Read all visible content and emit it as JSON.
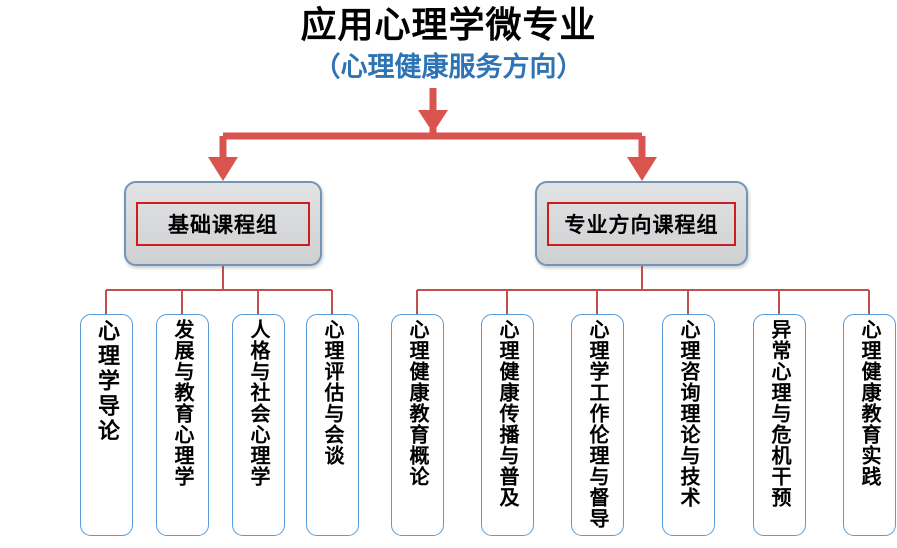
{
  "title": {
    "main": "应用心理学微专业",
    "sub": "（心理健康服务方向）"
  },
  "colors": {
    "connector_red": "#d9534f",
    "thin_connector_red": "#c0504d",
    "group_border_blue": "#7195b5",
    "inner_border_red": "#d01c1f",
    "course_border_blue": "#5b9bd5",
    "subtitle_blue": "#2e74b5",
    "group_fill_grey": "#d7d8da"
  },
  "groups": [
    {
      "id": "basic",
      "label": "基础课程组",
      "courses": [
        {
          "label": "心理学导论"
        },
        {
          "label": "发展与教育心理学"
        },
        {
          "label": "人格与社会心理学"
        },
        {
          "label": "心理评估与会谈"
        }
      ]
    },
    {
      "id": "direction",
      "label": "专业方向课程组",
      "courses": [
        {
          "label": "心理健康教育概论"
        },
        {
          "label": "心理健康传播与普及"
        },
        {
          "label": "心理学工作伦理与督导"
        },
        {
          "label": "心理咨询理论与技术"
        },
        {
          "label": "异常心理与危机干预"
        },
        {
          "label": "心理健康教育实践"
        }
      ]
    }
  ]
}
